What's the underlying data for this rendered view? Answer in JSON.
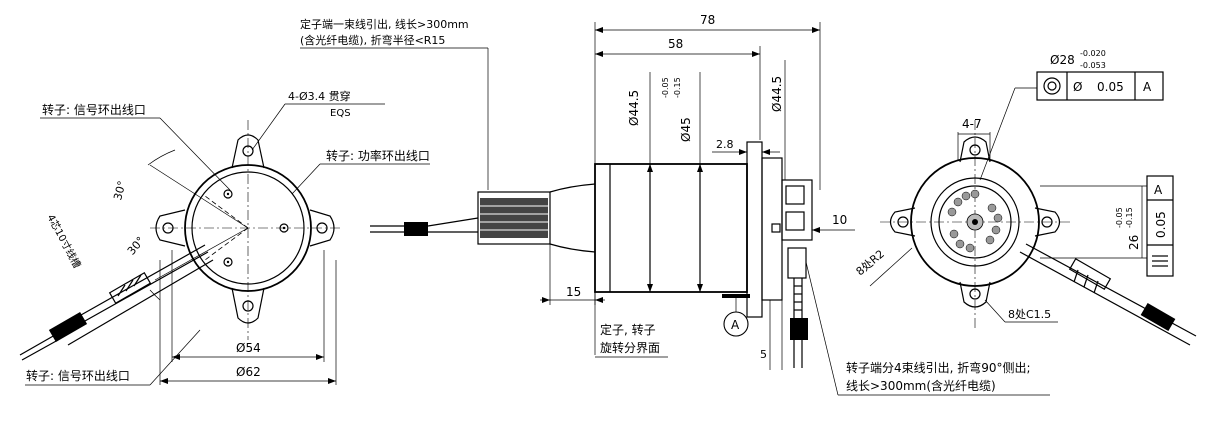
{
  "left_view": {
    "label_rotor_signal_top": "转子: 信号环出线口",
    "label_holes_1": "4-Ø3.4 贯穿",
    "label_holes_2": "EQS",
    "label_rotor_power": "转子: 功率环出线口",
    "angle_30_upper": "30°",
    "angle_30_lower": "30°",
    "label_4_cores": "4芯10寸线槽",
    "dim_54": "Ø54",
    "dim_62": "Ø62",
    "label_rotor_signal_bottom": "转子: 信号环出线口"
  },
  "side_view": {
    "note_stator_1": "定子端一束线引出, 线长>300mm",
    "note_stator_2": "(含光纤电缆), 折弯半径<R15",
    "dim_78": "78",
    "dim_58": "58",
    "dim_d44_5_left": "Ø44.5",
    "dim_d45": "Ø45",
    "tol_d45_upper": "-0.05",
    "tol_d45_lower": "-0.15",
    "dim_d44_5_right": "Ø44.5",
    "dim_2_8": "2.8",
    "dim_10": "10",
    "dim_15": "15",
    "datum_a": "A",
    "dim_5": "5",
    "note_interface_1": "定子, 转子",
    "note_interface_2": "旋转分界面",
    "note_rotor_1": "转子端分4束线引出, 折弯90°侧出;",
    "note_rotor_2": "线长>300mm(含光纤电缆)"
  },
  "right_view": {
    "dim_d28": "Ø28",
    "tol_d28_upper": "-0.020",
    "tol_d28_lower": "-0.053",
    "fcf_symbol": "Ø",
    "fcf_value": "0.05",
    "fcf_datum": "A",
    "dim_4_7": "4-7",
    "label_8r2": "8处R2",
    "label_8c1_5": "8处C1.5",
    "dim_26": "26",
    "tol_26_upper": "-0.05",
    "tol_26_lower": "-0.15",
    "fcf2_value": "0.05",
    "fcf2_datum": "A"
  }
}
